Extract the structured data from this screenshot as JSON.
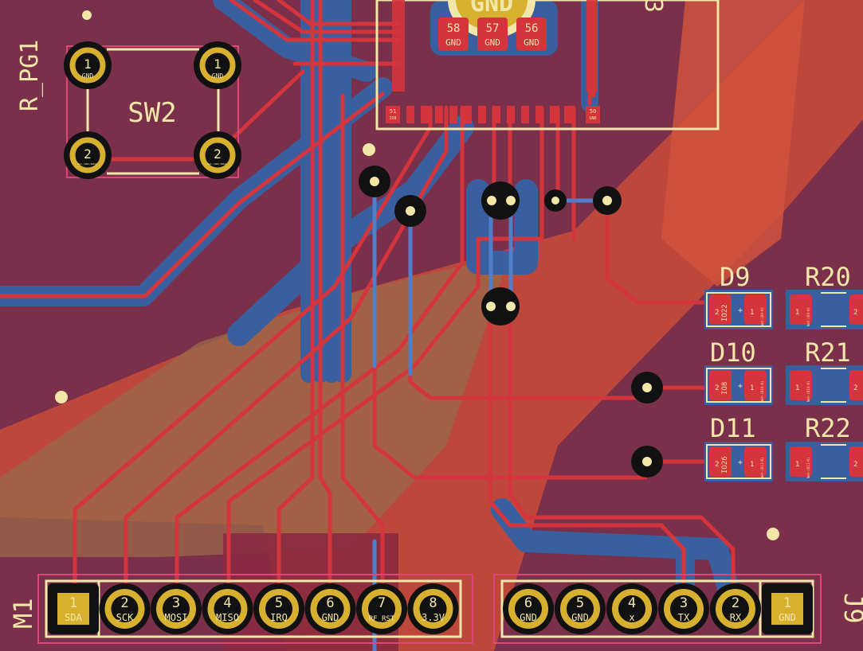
{
  "colors": {
    "board": "#7a2f4a",
    "zone_orange": "#c24a3a",
    "zone_tan": "#9a6a4a",
    "copper_blue": "#3a5f9e",
    "trace_red": "#d4343c",
    "trace_blue": "#4f7fc8",
    "silk": "#f2e6a8",
    "pad_gold": "#d8b030",
    "courtyard": "#e0457a",
    "dark": "#111"
  },
  "labels": {
    "rpg1": "R_PG1",
    "sw2": "SW2",
    "m1": "M1",
    "j9": "J9",
    "u3": "3",
    "d9": "D9",
    "d10": "D10",
    "d11": "D11",
    "r20": "R20",
    "r21": "R21",
    "r22": "R22",
    "gnd_big": "GND"
  },
  "top_pads": [
    {
      "num": "58",
      "net": "GND"
    },
    {
      "num": "57",
      "net": "GND"
    },
    {
      "num": "56",
      "net": "GND"
    }
  ],
  "ic_small_pads": {
    "left_num": "51",
    "left_net": "IO8",
    "right_num": "50",
    "right_net": "GND"
  },
  "sw2_pads": [
    {
      "num": "1",
      "net": "GND"
    },
    {
      "num": "1",
      "net": "GND"
    },
    {
      "num": "2",
      "net": "Net-(SW2-PAD2)"
    },
    {
      "num": "2",
      "net": "Net-(SW2-PAD2)"
    }
  ],
  "leds": [
    {
      "ref": "D9",
      "pad2_net": "IO22",
      "pad1_net": "Net-(D9-K)"
    },
    {
      "ref": "D10",
      "pad2_net": "IO8",
      "pad1_net": "Net-(D10-K)"
    },
    {
      "ref": "D11",
      "pad2_net": "IO26",
      "pad1_net": "Net-(D11-K)"
    }
  ],
  "resistors": [
    {
      "ref": "R20",
      "pad1_net": "Net-(D9-K)",
      "pad2": "2"
    },
    {
      "ref": "R21",
      "pad1_net": "Net-(D10-K)",
      "pad2": "2"
    },
    {
      "ref": "R22",
      "pad1_net": "Net-(D11-K)",
      "pad2": "2"
    }
  ],
  "m1_pins": [
    {
      "num": "1",
      "net": "SDA"
    },
    {
      "num": "2",
      "net": "SCK"
    },
    {
      "num": "3",
      "net": "MOSI"
    },
    {
      "num": "4",
      "net": "MISO"
    },
    {
      "num": "5",
      "net": "IRQ"
    },
    {
      "num": "6",
      "net": "GND"
    },
    {
      "num": "7",
      "net": "RF_RST"
    },
    {
      "num": "8",
      "net": "3.3V"
    }
  ],
  "j9_pins": [
    {
      "num": "6",
      "net": "GND"
    },
    {
      "num": "5",
      "net": "GND"
    },
    {
      "num": "4",
      "net": "x"
    },
    {
      "num": "3",
      "net": "TX"
    },
    {
      "num": "2",
      "net": "RX"
    },
    {
      "num": "1",
      "net": "GND"
    }
  ],
  "pad_labels": {
    "one": "1",
    "two": "2"
  }
}
